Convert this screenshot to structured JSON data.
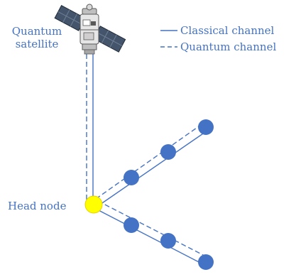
{
  "satellite_label_line1": "Quantum",
  "satellite_label_line2": "satellite",
  "head_node_label": "Head node",
  "legend": {
    "classical": "Classical channel",
    "quantum": "Quantum channel"
  },
  "colors": {
    "accent": "#4472c4",
    "node_fill": "#4472c4",
    "head_node_fill": "#ffff00",
    "satellite_body": "#d9d9d9",
    "solar_panel": "#44546a"
  },
  "nodes_upper_branch": 3,
  "nodes_lower_branch": 3
}
